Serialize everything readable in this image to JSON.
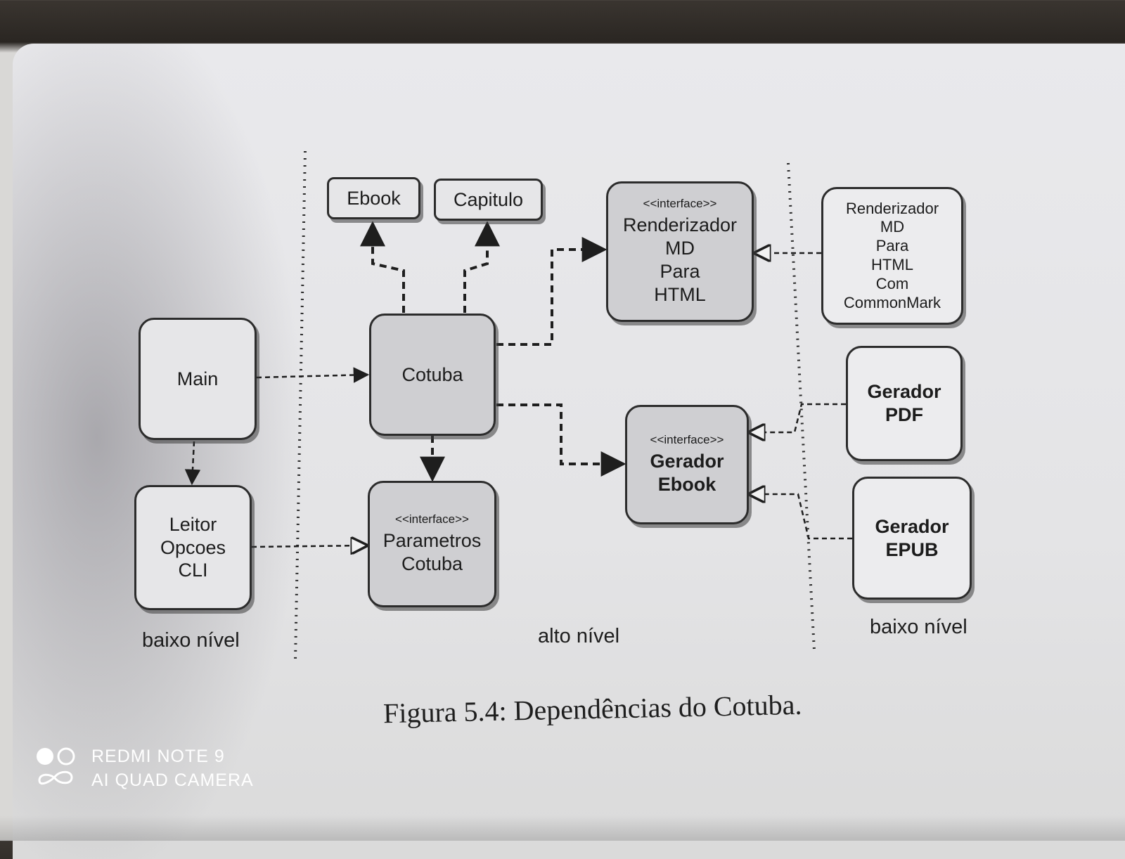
{
  "diagram": {
    "nodes": {
      "ebook": {
        "lines": [
          "Ebook"
        ]
      },
      "capitulo": {
        "lines": [
          "Capitulo"
        ]
      },
      "renderizador": {
        "stereotype": "<<interface>>",
        "lines": [
          "Renderizador",
          "MD",
          "Para",
          "HTML"
        ]
      },
      "renderizador_impl": {
        "lines": [
          "Renderizador",
          "MD",
          "Para",
          "HTML",
          "Com",
          "CommonMark"
        ]
      },
      "main": {
        "lines": [
          "Main"
        ]
      },
      "cotuba": {
        "lines": [
          "Cotuba"
        ]
      },
      "gerador_ebook": {
        "stereotype": "<<interface>>",
        "lines": [
          "Gerador",
          "Ebook"
        ]
      },
      "gerador_pdf": {
        "lines": [
          "Gerador",
          "PDF"
        ]
      },
      "gerador_epub": {
        "lines": [
          "Gerador",
          "EPUB"
        ]
      },
      "leitor": {
        "lines": [
          "Leitor",
          "Opcoes",
          "CLI"
        ]
      },
      "parametros": {
        "stereotype": "<<interface>>",
        "lines": [
          "Parametros",
          "Cotuba"
        ]
      }
    },
    "zone_labels": {
      "left": "baixo nível",
      "center": "alto nível",
      "right": "baixo nível"
    },
    "caption": "Figura 5.4: Dependências do Cotuba."
  },
  "watermark": {
    "line1": "REDMI NOTE 9",
    "line2": "AI QUAD CAMERA"
  }
}
